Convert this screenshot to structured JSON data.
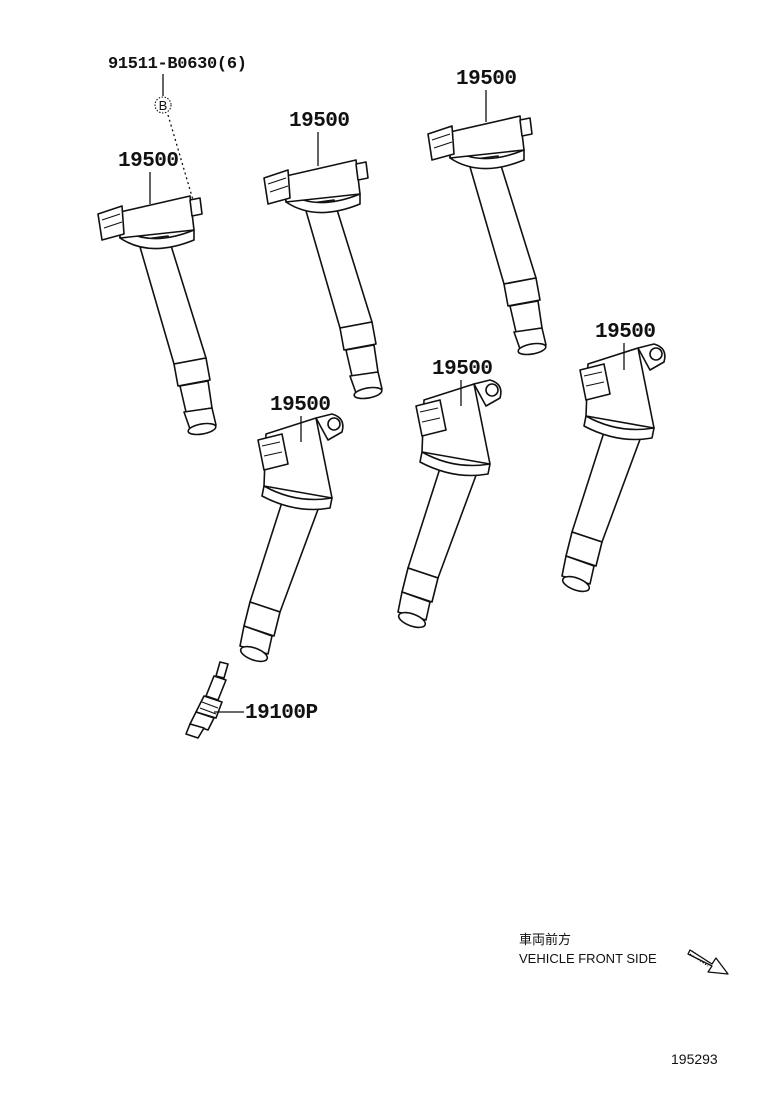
{
  "diagram": {
    "bolt_label": "91511-B0630(6)",
    "bolt_marker": "B",
    "coil_labels": [
      "19500",
      "19500",
      "19500",
      "19500",
      "19500",
      "19500"
    ],
    "spark_plug_label": "19100P",
    "front_side_jp": "車両前方",
    "front_side_en": "VEHICLE FRONT SIDE",
    "figure_ref": "195293",
    "arrow_icon": "direction-arrow-icon"
  }
}
